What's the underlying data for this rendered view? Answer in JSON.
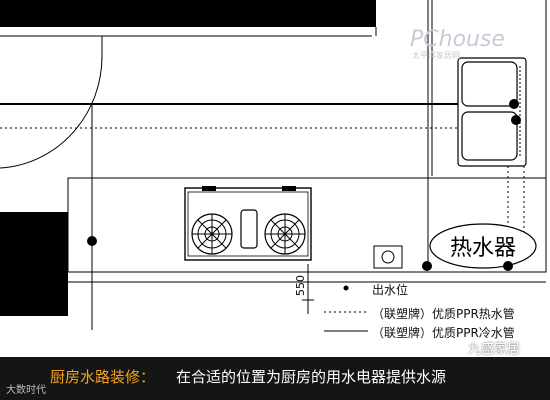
{
  "diagram": {
    "heater_label": "热水器",
    "dimension_label": "550",
    "legend": {
      "outlet": "出水位",
      "hot_pipe": "（联塑牌）优质PPR热水管",
      "cold_pipe": "（联塑牌）优质PPR冷水管"
    }
  },
  "watermark": {
    "site": "PChouse",
    "site_sub": "太平洋家居网"
  },
  "caption": {
    "title": "厨房水路装修：",
    "text": "在合适的位置为厨房的用水电器提供水源"
  },
  "brand": {
    "name": "九盛家居",
    "corner_logo": "大数时代"
  },
  "colors": {
    "caption_bg": "#151515",
    "caption_title": "#f5a31b",
    "caption_text": "#ffffff"
  }
}
